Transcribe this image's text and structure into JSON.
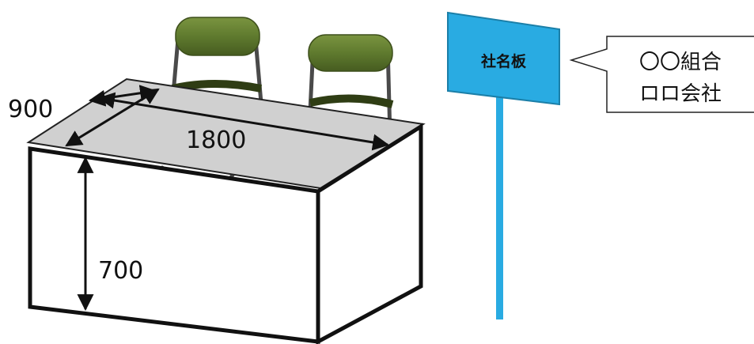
{
  "diagram": {
    "dimensions": {
      "depth": "900",
      "width": "1800",
      "height": "700"
    },
    "sign": {
      "label": "社名板",
      "color": "#29abe2"
    },
    "callout": {
      "line1": "〇〇組合",
      "line2": "ロロ会社"
    },
    "colors": {
      "table_top": "#d0d0d0",
      "chair_cushion": "#5f7a2e",
      "chair_frame": "#4a4a4a"
    }
  }
}
